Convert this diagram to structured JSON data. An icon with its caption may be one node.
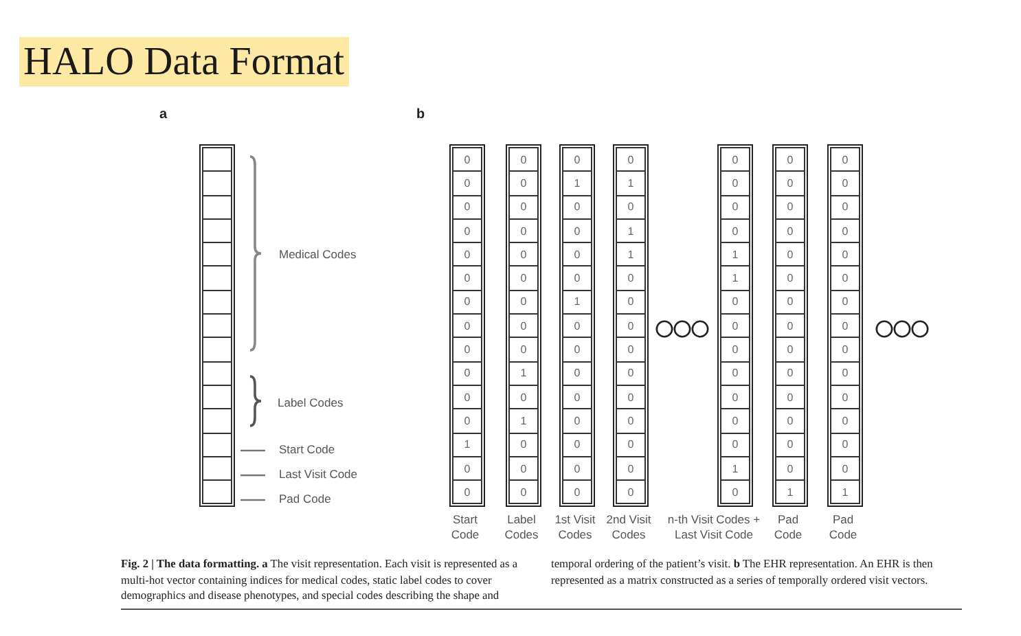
{
  "diagram": {
    "title": "HALO Data Format",
    "caption": "**Fig. 2 | The data formatting.** **a** The visit representation. Each visit is represented as a multi-hot vector containing indices for medical codes, static label codes to cover demographics and disease phenotypes, and special codes describing the shape and temporal ordering of the patient’s visit. **b** The EHR representation. An EHR is then represented as a matrix constructed as a series of temporally ordered visit vectors.",
    "nodes": [
      {
        "text": [],
        "shape": "bar"
      },
      {
        "text": [],
        "shape": "box",
        "in": 0
      },
      {
        "text": [],
        "shape": "box",
        "in": 0
      },
      {
        "text": [],
        "shape": "box",
        "in": 0
      },
      {
        "text": [],
        "shape": "box",
        "in": 0
      },
      {
        "text": [],
        "shape": "box",
        "in": 0
      },
      {
        "text": [],
        "shape": "box",
        "in": 0
      },
      {
        "text": [],
        "shape": "box",
        "in": 0
      },
      {
        "text": [],
        "shape": "box",
        "in": 0
      },
      {
        "text": [],
        "shape": "box",
        "in": 0
      },
      {
        "text": [],
        "shape": "box",
        "in": 0
      },
      {
        "text": [],
        "shape": "box",
        "in": 0
      },
      {
        "text": [],
        "shape": "box",
        "in": 0
      },
      {
        "text": [],
        "shape": "box",
        "in": 0
      },
      {
        "text": [],
        "shape": "box",
        "in": 0
      },
      {
        "text": [],
        "shape": "box",
        "in": 0
      },
      {
        "text": [],
        "shape": "bar",
        "beside": [
          "Start Code"
        ]
      },
      {
        "text": [
          "0"
        ],
        "in": 16
      },
      {
        "text": [
          "0"
        ],
        "in": 16
      },
      {
        "text": [
          "0"
        ],
        "in": 16
      },
      {
        "text": [
          "0"
        ],
        "in": 16
      },
      {
        "text": [
          "0"
        ],
        "in": 16
      },
      {
        "text": [
          "0"
        ],
        "in": 16
      },
      {
        "text": [
          "0"
        ],
        "in": 16
      },
      {
        "text": [
          "0"
        ],
        "in": 16
      },
      {
        "text": [
          "0"
        ],
        "in": 16
      },
      {
        "text": [
          "0"
        ],
        "in": 16
      },
      {
        "text": [
          "0"
        ],
        "in": 16
      },
      {
        "text": [
          "0"
        ],
        "in": 16
      },
      {
        "text": [
          "1"
        ],
        "in": 16
      },
      {
        "text": [
          "0"
        ],
        "in": 16
      },
      {
        "text": [
          "0"
        ],
        "in": 16
      },
      {
        "text": [],
        "shape": "bar",
        "beside": [
          "Label Codes"
        ]
      },
      {
        "text": [
          "0"
        ],
        "in": 32
      },
      {
        "text": [
          "0"
        ],
        "in": 32
      },
      {
        "text": [
          "0"
        ],
        "in": 32
      },
      {
        "text": [
          "0"
        ],
        "in": 32
      },
      {
        "text": [
          "0"
        ],
        "in": 32
      },
      {
        "text": [
          "0"
        ],
        "in": 32
      },
      {
        "text": [
          "0"
        ],
        "in": 32
      },
      {
        "text": [
          "0"
        ],
        "in": 32
      },
      {
        "text": [
          "0"
        ],
        "in": 32
      },
      {
        "text": [
          "1"
        ],
        "in": 32
      },
      {
        "text": [
          "0"
        ],
        "in": 32
      },
      {
        "text": [
          "1"
        ],
        "in": 32
      },
      {
        "text": [
          "0"
        ],
        "in": 32
      },
      {
        "text": [
          "0"
        ],
        "in": 32
      },
      {
        "text": [
          "0"
        ],
        "in": 32
      },
      {
        "text": [],
        "shape": "bar",
        "beside": [
          "1st Visit Codes"
        ]
      },
      {
        "text": [
          "0"
        ],
        "in": 48
      },
      {
        "text": [
          "1"
        ],
        "in": 48
      },
      {
        "text": [
          "0"
        ],
        "in": 48
      },
      {
        "text": [
          "0"
        ],
        "in": 48
      },
      {
        "text": [
          "0"
        ],
        "in": 48
      },
      {
        "text": [
          "0"
        ],
        "in": 48
      },
      {
        "text": [
          "1"
        ],
        "in": 48
      },
      {
        "text": [
          "0"
        ],
        "in": 48
      },
      {
        "text": [
          "0"
        ],
        "in": 48
      },
      {
        "text": [
          "0"
        ],
        "in": 48
      },
      {
        "text": [
          "0"
        ],
        "in": 48
      },
      {
        "text": [
          "0"
        ],
        "in": 48
      },
      {
        "text": [
          "0"
        ],
        "in": 48
      },
      {
        "text": [
          "0"
        ],
        "in": 48
      },
      {
        "text": [
          "0"
        ],
        "in": 48
      },
      {
        "text": [],
        "shape": "bar",
        "beside": [
          "2nd Visit Codes"
        ]
      },
      {
        "text": [
          "0"
        ],
        "in": 64
      },
      {
        "text": [
          "1"
        ],
        "in": 64
      },
      {
        "text": [
          "0"
        ],
        "in": 64
      },
      {
        "text": [
          "1"
        ],
        "in": 64
      },
      {
        "text": [
          "1"
        ],
        "in": 64
      },
      {
        "text": [
          "0"
        ],
        "in": 64
      },
      {
        "text": [
          "0"
        ],
        "in": 64
      },
      {
        "text": [
          "0"
        ],
        "in": 64
      },
      {
        "text": [
          "0"
        ],
        "in": 64
      },
      {
        "text": [
          "0"
        ],
        "in": 64
      },
      {
        "text": [
          "0"
        ],
        "in": 64
      },
      {
        "text": [
          "0"
        ],
        "in": 64
      },
      {
        "text": [
          "0"
        ],
        "in": 64
      },
      {
        "text": [
          "0"
        ],
        "in": 64
      },
      {
        "text": [
          "0"
        ],
        "in": 64
      },
      {
        "text": [],
        "shape": "bar",
        "beside": [
          "n-th Visit Codes + Last Visit Code"
        ]
      },
      {
        "text": [
          "0"
        ],
        "in": 80
      },
      {
        "text": [
          "0"
        ],
        "in": 80
      },
      {
        "text": [
          "0"
        ],
        "in": 80
      },
      {
        "text": [
          "0"
        ],
        "in": 80
      },
      {
        "text": [
          "1"
        ],
        "in": 80
      },
      {
        "text": [
          "1"
        ],
        "in": 80
      },
      {
        "text": [
          "0"
        ],
        "in": 80
      },
      {
        "text": [
          "0"
        ],
        "in": 80
      },
      {
        "text": [
          "0"
        ],
        "in": 80
      },
      {
        "text": [
          "0"
        ],
        "in": 80
      },
      {
        "text": [
          "0"
        ],
        "in": 80
      },
      {
        "text": [
          "0"
        ],
        "in": 80
      },
      {
        "text": [
          "0"
        ],
        "in": 80
      },
      {
        "text": [
          "1"
        ],
        "in": 80
      },
      {
        "text": [
          "0"
        ],
        "in": 80
      },
      {
        "text": [],
        "shape": "bar",
        "beside": [
          "Pad Code"
        ]
      },
      {
        "text": [
          "0"
        ],
        "in": 96
      },
      {
        "text": [
          "0"
        ],
        "in": 96
      },
      {
        "text": [
          "0"
        ],
        "in": 96
      },
      {
        "text": [
          "0"
        ],
        "in": 96
      },
      {
        "text": [
          "0"
        ],
        "in": 96
      },
      {
        "text": [
          "0"
        ],
        "in": 96
      },
      {
        "text": [
          "0"
        ],
        "in": 96
      },
      {
        "text": [
          "0"
        ],
        "in": 96
      },
      {
        "text": [
          "0"
        ],
        "in": 96
      },
      {
        "text": [
          "0"
        ],
        "in": 96
      },
      {
        "text": [
          "0"
        ],
        "in": 96
      },
      {
        "text": [
          "0"
        ],
        "in": 96
      },
      {
        "text": [
          "0"
        ],
        "in": 96
      },
      {
        "text": [
          "0"
        ],
        "in": 96
      },
      {
        "text": [
          "1"
        ],
        "in": 96
      },
      {
        "text": [],
        "shape": "bar",
        "beside": [
          "Pad Code"
        ]
      },
      {
        "text": [
          "0"
        ],
        "in": 112
      },
      {
        "text": [
          "0"
        ],
        "in": 112
      },
      {
        "text": [
          "0"
        ],
        "in": 112
      },
      {
        "text": [
          "0"
        ],
        "in": 112
      },
      {
        "text": [
          "0"
        ],
        "in": 112
      },
      {
        "text": [
          "0"
        ],
        "in": 112
      },
      {
        "text": [
          "0"
        ],
        "in": 112
      },
      {
        "text": [
          "0"
        ],
        "in": 112
      },
      {
        "text": [
          "0"
        ],
        "in": 112
      },
      {
        "text": [
          "0"
        ],
        "in": 112
      },
      {
        "text": [
          "0"
        ],
        "in": 112
      },
      {
        "text": [
          "0"
        ],
        "in": 112
      },
      {
        "text": [
          "0"
        ],
        "in": 112
      },
      {
        "text": [
          "0"
        ],
        "in": 112
      },
      {
        "text": [
          "1"
        ],
        "in": 112
      }
    ],
    "labels": [
      "a",
      "b",
      "Medical Codes",
      "Label Codes",
      "Start Code",
      "Last Visit Code",
      "Pad Code"
    ]
  }
}
